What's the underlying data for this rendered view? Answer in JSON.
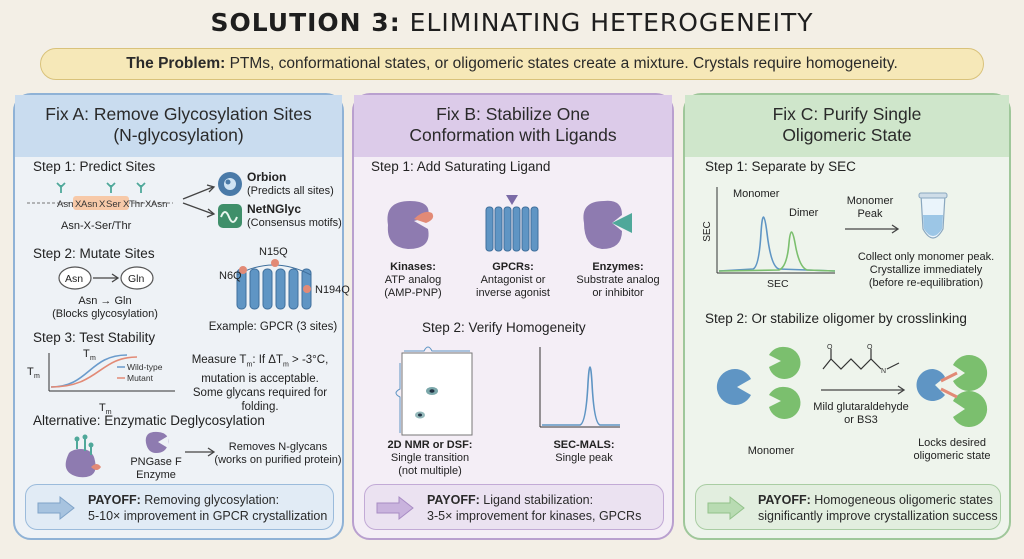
{
  "title": {
    "bold": "SOLUTION 3:",
    "rest": "ELIMINATING HETEROGENEITY"
  },
  "problem": {
    "bold": "The Problem:",
    "text": "PTMs, conformational states, or oligomeric states create a mixture. Crystals require homogeneity."
  },
  "fixA": {
    "header_line1": "Fix A: Remove Glycosylation Sites",
    "header_line2": "(N-glycosylation)",
    "step1": "Step 1: Predict Sites",
    "seq": [
      "Asn",
      "X",
      "Asn",
      "X",
      "Ser",
      "X",
      "Thr",
      "X",
      "Asn"
    ],
    "motif": "Asn-X-Ser/Thr",
    "orbion_name": "Orbion",
    "orbion_desc": "(Predicts all sites)",
    "netn_name": "NetNGlyc",
    "netn_desc": "(Consensus motifs)",
    "step2": "Step 2: Mutate Sites",
    "asn": "Asn",
    "gln": "Gln",
    "mut_line1": "Asn → Gln",
    "mut_line2": "(Blocks glycosylation)",
    "n15q": "N15Q",
    "n6q": "N6Q",
    "n194q": "N194Q",
    "gpcr_example": "Example: GPCR (3 sites)",
    "step3": "Step 3: Test Stability",
    "tm_axis_y": "T",
    "tm_axis_x": "T",
    "tm_curve_label": "T",
    "wild_type": "Wild-type",
    "mutant": "Mutant",
    "measure_line1": "Measure T",
    "measure_line1b": ": If ΔT",
    "measure_line1c": " > -3°C,",
    "measure_line2": "mutation is acceptable.",
    "measure_line3": "Some glycans required for folding.",
    "sub_m": "m",
    "alternative": "Alternative: Enzymatic Deglycosylation",
    "pngase_line1": "PNGase F",
    "pngase_line2": "Enzyme",
    "removes_line1": "Removes N-glycans",
    "removes_line2": "(works on purified protein)",
    "payoff_bold": "PAYOFF:",
    "payoff_text1": "Removing glycosylation:",
    "payoff_text2": "5-10× improvement in GPCR crystallization"
  },
  "fixB": {
    "header_line1": "Fix B: Stabilize One",
    "header_line2": "Conformation with Ligands",
    "step1": "Step 1: Add Saturating Ligand",
    "kinases_title": "Kinases:",
    "kinases_l1": "ATP analog",
    "kinases_l2": "(AMP-PNP)",
    "gpcrs_title": "GPCRs:",
    "gpcrs_l1": "Antagonist or",
    "gpcrs_l2": "inverse agonist",
    "enzymes_title": "Enzymes:",
    "enzymes_l1": "Substrate analog",
    "enzymes_l2": "or inhibitor",
    "step2": "Step 2: Verify Homogeneity",
    "nmr_title": "2D NMR or DSF:",
    "nmr_l1": "Single transition",
    "nmr_l2": "(not multiple)",
    "secmals_title": "SEC-MALS:",
    "secmals_l1": "Single peak",
    "payoff_bold": "PAYOFF:",
    "payoff_text1": "Ligand stabilization:",
    "payoff_text2": "3-5× improvement for kinases, GPCRs"
  },
  "fixC": {
    "header_line1": "Fix C: Purify Single",
    "header_line2": "Oligomeric State",
    "step1": "Step 1: Separate by SEC",
    "monomer": "Monomer",
    "dimer": "Dimer",
    "sec_y": "SEC",
    "sec_x": "SEC",
    "monomer_peak_l1": "Monomer",
    "monomer_peak_l2": "Peak",
    "collect_l1": "Collect only monomer peak.",
    "collect_l2": "Crystallize immediately",
    "collect_l3": "(before re-equilibration)",
    "step2": "Step 2: Or stabilize oligomer by crosslinking",
    "reagent_l1": "Mild glutaraldehyde",
    "reagent_l2": "or BS3",
    "monomer_bottom": "Monomer",
    "locks_l1": "Locks desired",
    "locks_l2": "oligomeric state",
    "payoff_bold": "PAYOFF:",
    "payoff_text1": "Homogeneous oligomeric states",
    "payoff_text2": "significantly improve crystallization success"
  },
  "colors": {
    "blue_header": "#c9dcef",
    "purple_header": "#dccbe9",
    "green_header": "#cfe6cb",
    "problem_bg": "#f6e8b8",
    "protein_purple": "#8e7bb0",
    "gpcr_blue": "#5f95c4",
    "teal": "#4fa89a",
    "orange_ligand": "#e28a76"
  },
  "icons": [
    "orbion-icon",
    "netnglyc-icon",
    "pngase-icon",
    "tube-icon",
    "payoff-arrow-icon"
  ]
}
